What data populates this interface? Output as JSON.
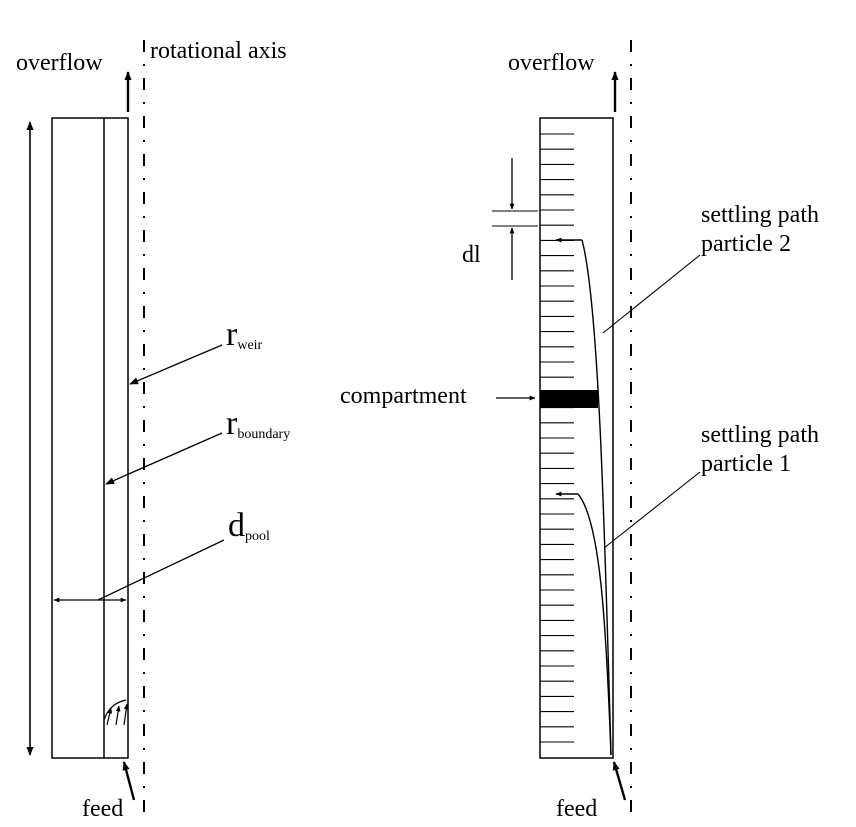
{
  "left": {
    "overflow": "overflow",
    "axis": "rotational axis",
    "r_weir_main": "r",
    "r_weir_sub": "weir",
    "r_boundary_main": "r",
    "r_boundary_sub": "boundary",
    "d_pool_main": "d",
    "d_pool_sub": "pool",
    "feed": "feed"
  },
  "right": {
    "overflow": "overflow",
    "dl": "dl",
    "settling2_line1": "settling path",
    "settling2_line2": "particle 2",
    "compartment": "compartment",
    "settling1_line1": "settling path",
    "settling1_line2": "particle 1",
    "feed": "feed"
  }
}
